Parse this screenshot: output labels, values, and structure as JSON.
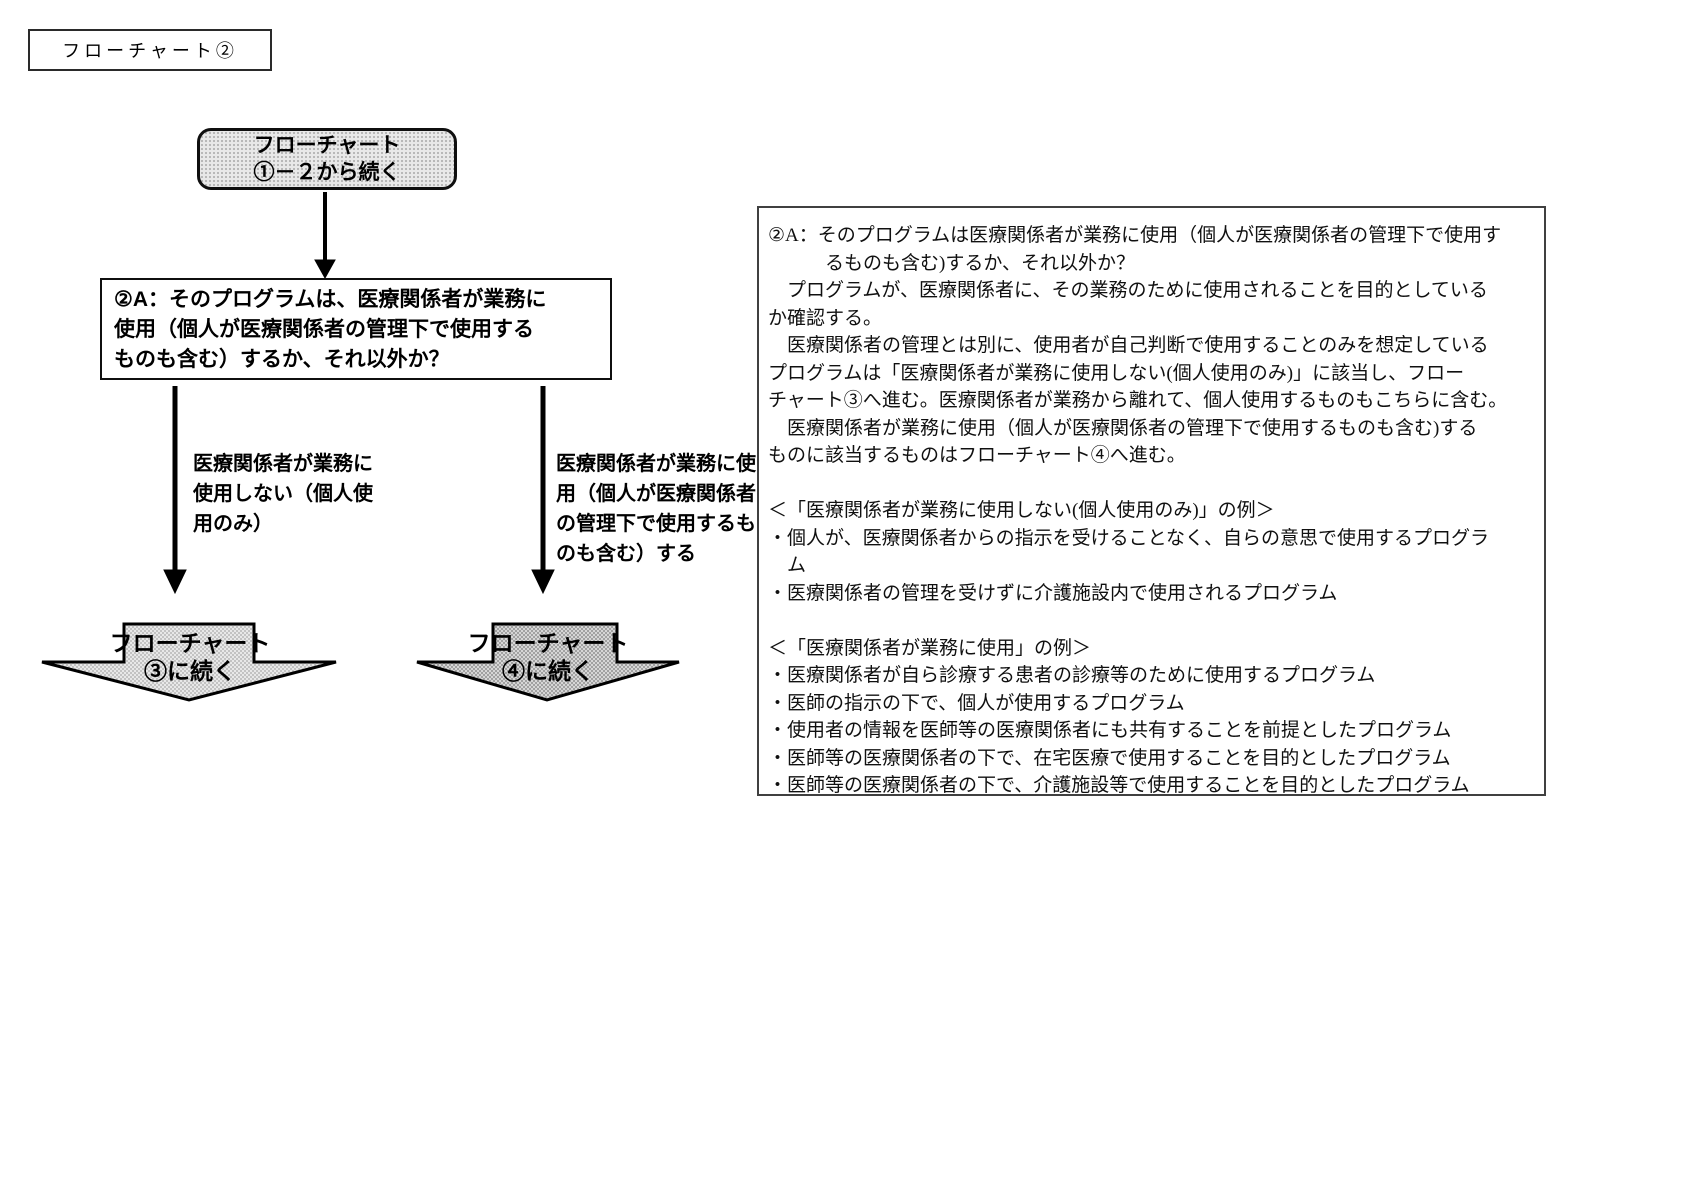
{
  "page": {
    "title": "フローチャート②"
  },
  "flowchart": {
    "start_node": {
      "lines": [
        "フローチャート",
        "①－２から続く"
      ]
    },
    "question_node": {
      "lines": [
        "②A：そのプログラムは、医療関係者が業務に",
        "使用（個人が医療関係者の管理下で使用する",
        "ものも含む）するか、それ以外か？"
      ]
    },
    "no_branch_label": {
      "lines": [
        "医療関係者が業務に",
        "使用しない（個人使",
        "用のみ）"
      ]
    },
    "yes_branch_label": {
      "lines": [
        "医療関係者が業務に使",
        "用（個人が医療関係者",
        "の管理下で使用するも",
        "のも含む）する"
      ]
    },
    "continue_chart3": {
      "lines": [
        "フローチャート",
        "③に続く"
      ]
    },
    "continue_chart4": {
      "lines": [
        "フローチャート",
        "④に続く"
      ]
    }
  },
  "explanation_panel": {
    "lines": [
      "②A：そのプログラムは医療関係者が業務に使用（個人が医療関係者の管理下で使用す",
      "　　　るものも含む)するか、それ以外か？",
      "　プログラムが、医療関係者に、その業務のために使用されることを目的としている",
      "か確認する。",
      "　医療関係者の管理とは別に、使用者が自己判断で使用することのみを想定している",
      "プログラムは「医療関係者が業務に使用しない(個人使用のみ)」に該当し、フロー",
      "チャート③へ進む。医療関係者が業務から離れて、個人使用するものもこちらに含む。",
      "　医療関係者が業務に使用（個人が医療関係者の管理下で使用するものも含む)する",
      "ものに該当するものはフローチャート④へ進む。",
      "",
      "＜「医療関係者が業務に使用しない(個人使用のみ)」の例＞",
      "・個人が、医療関係者からの指示を受けることなく、自らの意思で使用するプログラ",
      "　ム",
      "・医療関係者の管理を受けずに介護施設内で使用されるプログラム",
      "",
      "＜「医療関係者が業務に使用」の例＞",
      "・医療関係者が自ら診療する患者の診療等のために使用するプログラム",
      "・医師の指示の下で、個人が使用するプログラム",
      "・使用者の情報を医師等の医療関係者にも共有することを前提としたプログラム",
      "・医師等の医療関係者の下で、在宅医療で使用することを目的としたプログラム",
      "・医師等の医療関係者の下で、介護施設等で使用することを目的としたプログラム"
    ]
  },
  "colors": {
    "page_bg": "#ffffff",
    "text": "#000000",
    "line": "#000000",
    "panel_border": "#404040",
    "halftone_light_bg": "#e8e8e8",
    "halftone_light_dot": "#a8a8a8",
    "halftone_dark_bg": "#d6d6d6",
    "halftone_dark_dot": "#8c8c8c"
  }
}
